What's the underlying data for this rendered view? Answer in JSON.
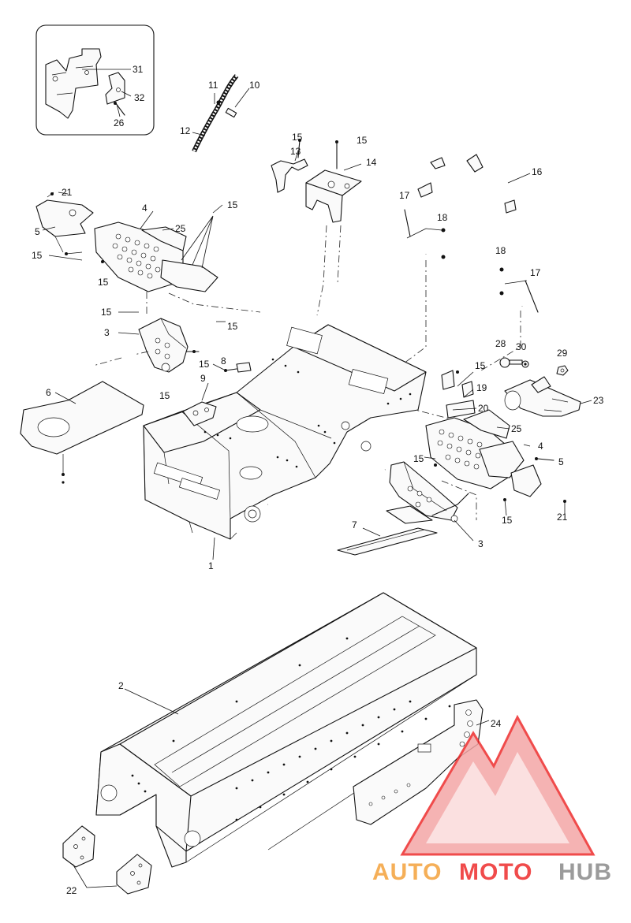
{
  "diagram": {
    "callouts": [
      {
        "id": "c1",
        "text": "1"
      },
      {
        "id": "c2",
        "text": "2"
      },
      {
        "id": "c3a",
        "text": "3"
      },
      {
        "id": "c3b",
        "text": "3"
      },
      {
        "id": "c4a",
        "text": "4"
      },
      {
        "id": "c4b",
        "text": "4"
      },
      {
        "id": "c5a",
        "text": "5"
      },
      {
        "id": "c5b",
        "text": "5"
      },
      {
        "id": "c6",
        "text": "6"
      },
      {
        "id": "c7",
        "text": "7"
      },
      {
        "id": "c8",
        "text": "8"
      },
      {
        "id": "c9",
        "text": "9"
      },
      {
        "id": "c10",
        "text": "10"
      },
      {
        "id": "c11",
        "text": "11"
      },
      {
        "id": "c12",
        "text": "12"
      },
      {
        "id": "c13",
        "text": "13"
      },
      {
        "id": "c14",
        "text": "14"
      },
      {
        "id": "c15a",
        "text": "15"
      },
      {
        "id": "c15b",
        "text": "15"
      },
      {
        "id": "c15c",
        "text": "15"
      },
      {
        "id": "c15d",
        "text": "15"
      },
      {
        "id": "c15e",
        "text": "15"
      },
      {
        "id": "c15f",
        "text": "15"
      },
      {
        "id": "c15g",
        "text": "15"
      },
      {
        "id": "c15h",
        "text": "15"
      },
      {
        "id": "c15i",
        "text": "15"
      },
      {
        "id": "c15j",
        "text": "15"
      },
      {
        "id": "c15k",
        "text": "15"
      },
      {
        "id": "c15l",
        "text": "15"
      },
      {
        "id": "c16",
        "text": "16"
      },
      {
        "id": "c17a",
        "text": "17"
      },
      {
        "id": "c17b",
        "text": "17"
      },
      {
        "id": "c18a",
        "text": "18"
      },
      {
        "id": "c18b",
        "text": "18"
      },
      {
        "id": "c19",
        "text": "19"
      },
      {
        "id": "c20",
        "text": "20"
      },
      {
        "id": "c21a",
        "text": "21"
      },
      {
        "id": "c21b",
        "text": "21"
      },
      {
        "id": "c22",
        "text": "22"
      },
      {
        "id": "c23",
        "text": "23"
      },
      {
        "id": "c24",
        "text": "24"
      },
      {
        "id": "c25a",
        "text": "25"
      },
      {
        "id": "c25b",
        "text": "25"
      },
      {
        "id": "c26",
        "text": "26"
      },
      {
        "id": "c28",
        "text": "28"
      },
      {
        "id": "c29",
        "text": "29"
      },
      {
        "id": "c30",
        "text": "30"
      },
      {
        "id": "c31",
        "text": "31"
      },
      {
        "id": "c32",
        "text": "32"
      }
    ]
  },
  "watermark": {
    "word_part1": "AUTO",
    "word_part2": "MOTO",
    "word_part3": "HUB",
    "colors": {
      "orange": "#f4a23c",
      "red": "#ee2c2c",
      "grey": "#8a8a8a"
    }
  }
}
